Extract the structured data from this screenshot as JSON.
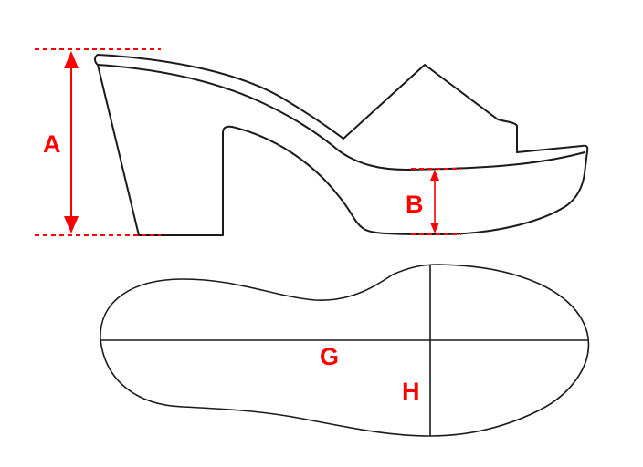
{
  "colors": {
    "outline": "#1a1a1a",
    "dimension": "#ff0000",
    "background": "#ffffff"
  },
  "labels": {
    "a": "A",
    "b": "B",
    "g": "G",
    "h": "H"
  }
}
